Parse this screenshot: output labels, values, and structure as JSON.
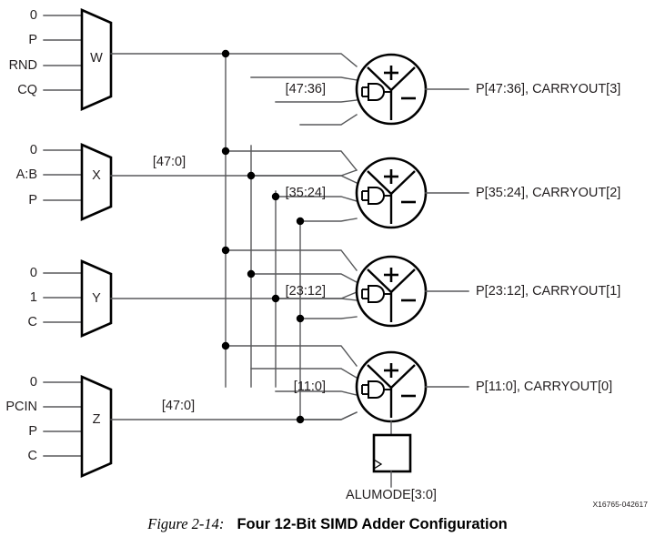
{
  "figure": {
    "label": "Figure 2-14:",
    "title": "Four 12-Bit SIMD Adder Configuration",
    "id_code": "X16765-042617"
  },
  "muxes": [
    {
      "name": "W",
      "label": "W",
      "inputs": [
        "0",
        "P",
        "RND",
        "CQ"
      ],
      "output_label": ""
    },
    {
      "name": "X",
      "label": "X",
      "inputs": [
        "0",
        "A:B",
        "P"
      ],
      "output_label": "[47:0]"
    },
    {
      "name": "Y",
      "label": "Y",
      "inputs": [
        "0",
        "1",
        "C"
      ],
      "output_label": ""
    },
    {
      "name": "Z",
      "label": "Z",
      "inputs": [
        "0",
        "PCIN",
        "P",
        "C"
      ],
      "output_label": "[47:0]"
    }
  ],
  "adders": [
    {
      "slice": 3,
      "bus_label": "[47:36]",
      "output_label": "P[47:36], CARRYOUT[3]",
      "plus_sign": "+",
      "minus_sign": "−"
    },
    {
      "slice": 2,
      "bus_label": "[35:24]",
      "output_label": "P[35:24], CARRYOUT[2]",
      "plus_sign": "+",
      "minus_sign": "−"
    },
    {
      "slice": 1,
      "bus_label": "[23:12]",
      "output_label": "P[23:12], CARRYOUT[1]",
      "plus_sign": "+",
      "minus_sign": "−"
    },
    {
      "slice": 0,
      "bus_label": "[11:0]",
      "output_label": "P[11:0], CARRYOUT[0]",
      "plus_sign": "+",
      "minus_sign": "−"
    }
  ],
  "control": {
    "alumode_label": "ALUMODE[3:0]",
    "register_name": "alumode-register"
  },
  "colors": {
    "wire": "#58595b",
    "outline": "#000000",
    "text": "#231f20",
    "background": "#ffffff"
  }
}
